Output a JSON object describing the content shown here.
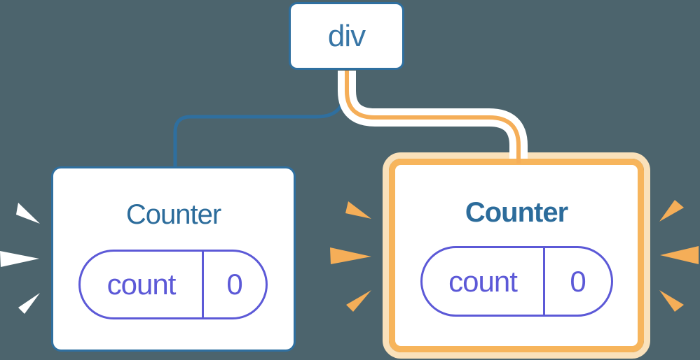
{
  "root_node": {
    "label": "div"
  },
  "counters": [
    {
      "title": "Counter",
      "state": {
        "key": "count",
        "value": "0"
      },
      "highlighted": false
    },
    {
      "title": "Counter",
      "state": {
        "key": "count",
        "value": "0"
      },
      "highlighted": true
    }
  ],
  "colors": {
    "background": "#4C646D",
    "node_fill": "#FFFFFF",
    "node_border": "#2F6F9F",
    "node_label": "#3876A6",
    "counter_title": "#2C6C9B",
    "state_purple": "#5C59D7",
    "edge_blue": "#2F6F9F",
    "edge_orange": "#F5AE58",
    "highlight_border": "#F7B55C",
    "highlight_glow": "#FAE1BA",
    "ray_white": "#FFFFFF",
    "ray_orange": "#F5AE58"
  }
}
